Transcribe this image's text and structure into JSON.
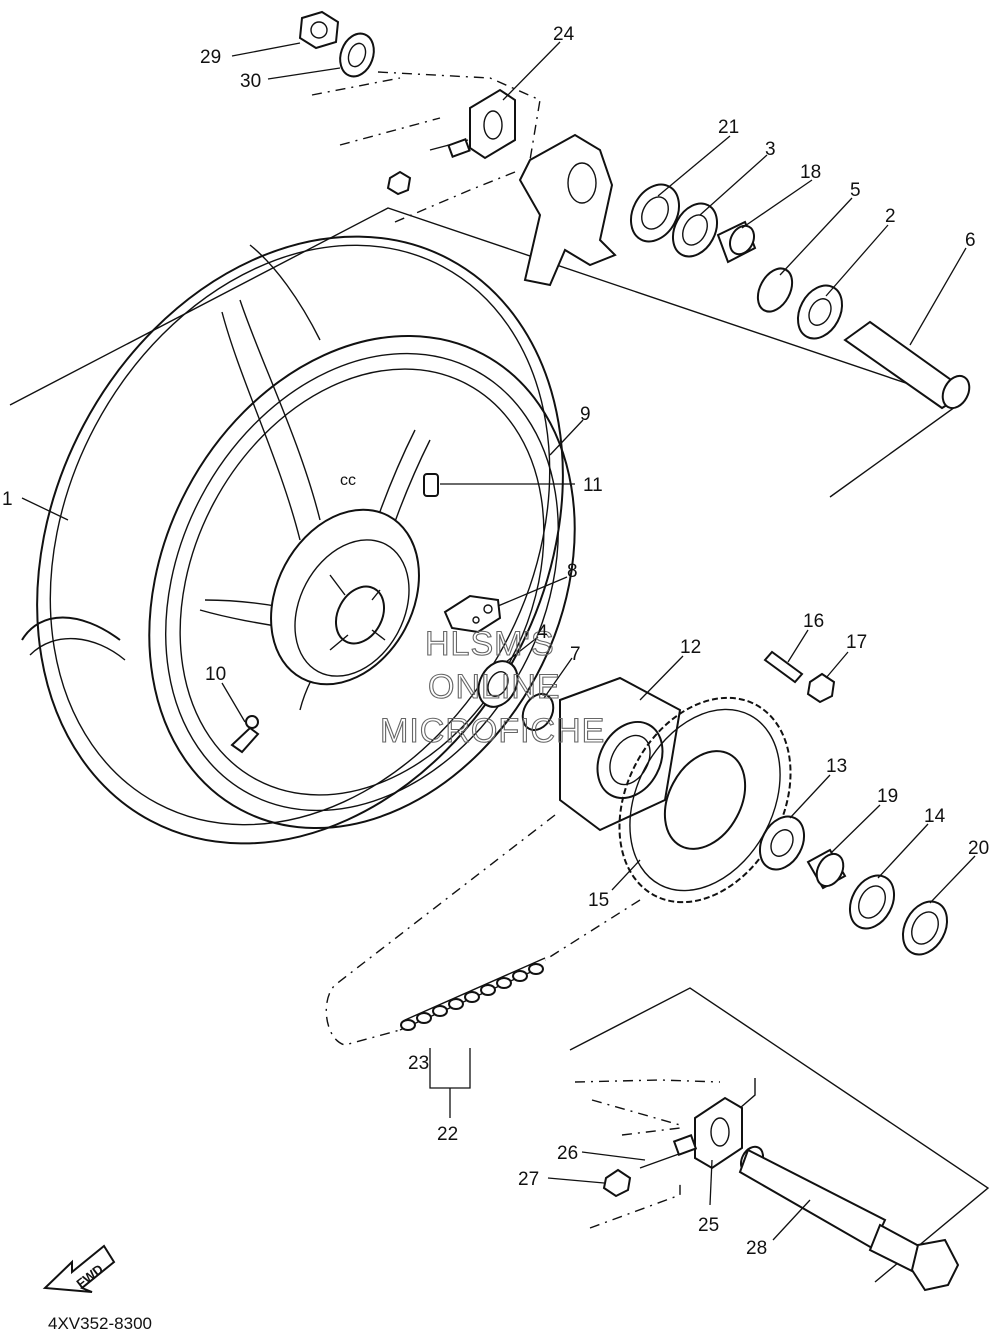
{
  "diagram_code": "4XV352-8300",
  "direction_arrow": {
    "label": "FWD"
  },
  "watermark": [
    "HLSM'S",
    "ONLINE",
    "MICROFICHE"
  ],
  "callouts": [
    {
      "id": "1",
      "label": "1"
    },
    {
      "id": "2",
      "label": "2"
    },
    {
      "id": "3",
      "label": "3"
    },
    {
      "id": "4",
      "label": "4"
    },
    {
      "id": "5",
      "label": "5"
    },
    {
      "id": "6",
      "label": "6"
    },
    {
      "id": "7",
      "label": "7"
    },
    {
      "id": "8",
      "label": "8"
    },
    {
      "id": "9",
      "label": "9"
    },
    {
      "id": "10",
      "label": "10"
    },
    {
      "id": "11",
      "label": "11"
    },
    {
      "id": "12",
      "label": "12"
    },
    {
      "id": "13",
      "label": "13"
    },
    {
      "id": "14",
      "label": "14"
    },
    {
      "id": "15",
      "label": "15"
    },
    {
      "id": "16",
      "label": "16"
    },
    {
      "id": "17",
      "label": "17"
    },
    {
      "id": "18",
      "label": "18"
    },
    {
      "id": "19",
      "label": "19"
    },
    {
      "id": "20",
      "label": "20"
    },
    {
      "id": "21",
      "label": "21"
    },
    {
      "id": "22",
      "label": "22"
    },
    {
      "id": "23",
      "label": "23"
    },
    {
      "id": "24",
      "label": "24"
    },
    {
      "id": "25",
      "label": "25"
    },
    {
      "id": "26",
      "label": "26"
    },
    {
      "id": "27",
      "label": "27"
    },
    {
      "id": "28",
      "label": "28"
    },
    {
      "id": "29",
      "label": "29"
    },
    {
      "id": "30",
      "label": "30"
    }
  ]
}
